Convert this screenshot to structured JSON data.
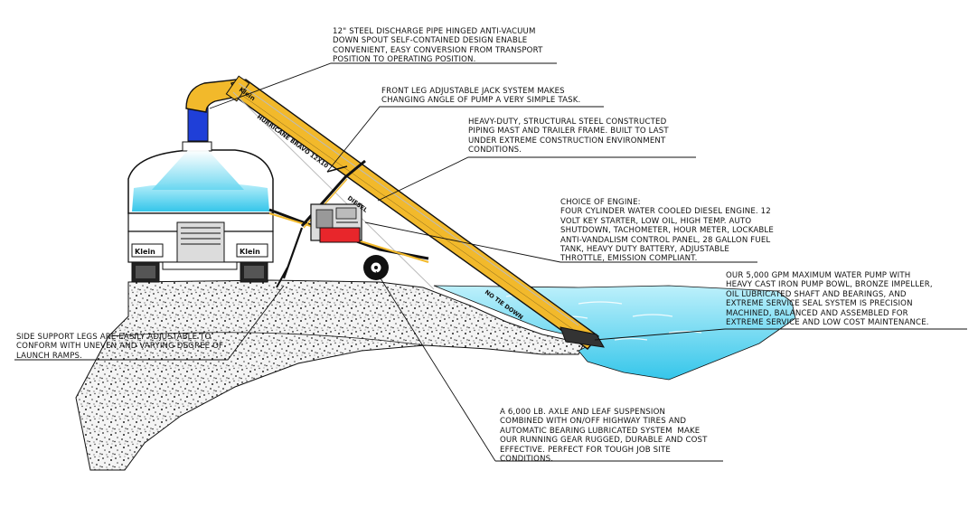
{
  "callouts": {
    "discharge": "12\" STEEL DISCHARGE PIPE HINGED ANTI-VACUUM\nDOWN SPOUT SELF-CONTAINED DESIGN ENABLE\nCONVENIENT, EASY CONVERSION FROM TRANSPORT\nPOSITION TO OPERATING POSITION.",
    "jack": "FRONT LEG ADJUSTABLE JACK SYSTEM MAKES\nCHANGING ANGLE OF PUMP A VERY SIMPLE TASK.",
    "mast": "HEAVY-DUTY, STRUCTURAL STEEL CONSTRUCTED\nPIPING MAST AND TRAILER FRAME. BUILT TO LAST\nUNDER EXTREME CONSTRUCTION ENVIRONMENT\nCONDITIONS.",
    "engine": "CHOICE OF ENGINE:\nFOUR CYLINDER WATER COOLED DIESEL ENGINE. 12\nVOLT KEY STARTER, LOW OIL, HIGH TEMP. AUTO\nSHUTDOWN, TACHOMETER, HOUR METER, LOCKABLE\nANTI-VANDALISM CONTROL PANEL, 28 GALLON FUEL\nTANK, HEAVY DUTY BATTERY, ADJUSTABLE\nTHROTTLE, EMISSION COMPLIANT.",
    "pump": "OUR 5,000 GPM MAXIMUM WATER PUMP WITH\nHEAVY CAST IRON PUMP BOWL, BRONZE IMPELLER,\nOIL LUBRICATED SHAFT AND BEARINGS, AND\nEXTREME SERVICE SEAL SYSTEM IS PRECISION\nMACHINED, BALANCED AND ASSEMBLED FOR\nEXTREME SERVICE AND LOW COST MAINTENANCE.",
    "legs": "SIDE SUPPORT LEGS ARE EASILY ADJUSTABLE TO\nCONFORM WITH UNEVEN AND VARYING DEGREE OF\nLAUNCH RAMPS.",
    "axle": "A 6,000 LB. AXLE AND LEAF SUSPENSION\nCOMBINED WITH ON/OFF HIGHWAY TIRES AND\nAUTOMATIC BEARING LUBRICATED SYSTEM  MAKE\nOUR RUNNING GEAR RUGGED, DURABLE AND COST\nEFFECTIVE. PERFECT FOR TOUGH JOB SITE\nCONDITIONS."
  },
  "mast_labels": {
    "brand": "Klein",
    "model": "HURRICANE BRAVO 12X10",
    "engine": "DIESEL",
    "warning": "NO TIE DOWN"
  },
  "truck_logos": {
    "left": "Klein",
    "right": "Klein"
  },
  "colors": {
    "mast": "#f2b92b",
    "water": "#5fd3ee",
    "spout": "#1f3fd8",
    "engine_red": "#e8262b",
    "gravel": "#e9e9e9"
  }
}
